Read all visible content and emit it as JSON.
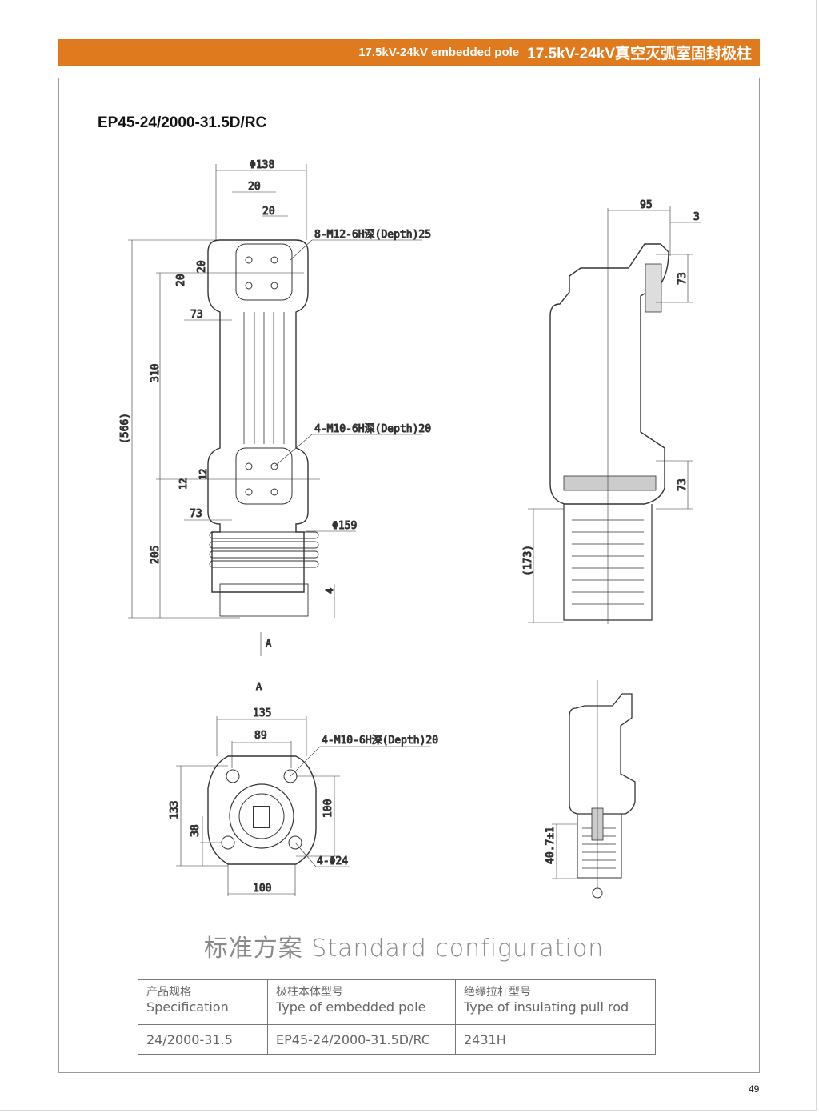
{
  "header": {
    "title_en": "17.5kV-24kV embedded pole",
    "title_cn": "17.5kV-24kV真空灭弧室固封极柱",
    "color": "#e07a1f"
  },
  "model": "EP45-24/2000-31.5D/RC",
  "front_view": {
    "dims": [
      "Φ138",
      "20",
      "20",
      "8-M12-6H深(Depth)25",
      "20",
      "20",
      "73",
      "310",
      "(566)",
      "4-M10-6H深(Depth)20",
      "12",
      "12",
      "73",
      "Φ159",
      "205",
      "4",
      "A"
    ]
  },
  "side_view": {
    "dims": [
      "95",
      "3",
      "73",
      "73",
      "(173)"
    ]
  },
  "bottom_view": {
    "dims": [
      "A",
      "135",
      "89",
      "4-M10-6H深(Depth)20",
      "133",
      "38",
      "100",
      "4-Φ24",
      "100"
    ]
  },
  "small_side_view": {
    "dims": [
      "40.7±1"
    ]
  },
  "caption": "标准方案 Standard configuration",
  "table": {
    "headers": [
      {
        "cn": "产品规格",
        "en": "Specification"
      },
      {
        "cn": "极柱本体型号",
        "en": "Type of embedded pole"
      },
      {
        "cn": "绝缘拉杆型号",
        "en": "Type of insulating pull rod"
      }
    ],
    "rows": [
      [
        "24/2000-31.5",
        "EP45-24/2000-31.5D/RC",
        "2431H"
      ]
    ]
  },
  "page_number": "49"
}
